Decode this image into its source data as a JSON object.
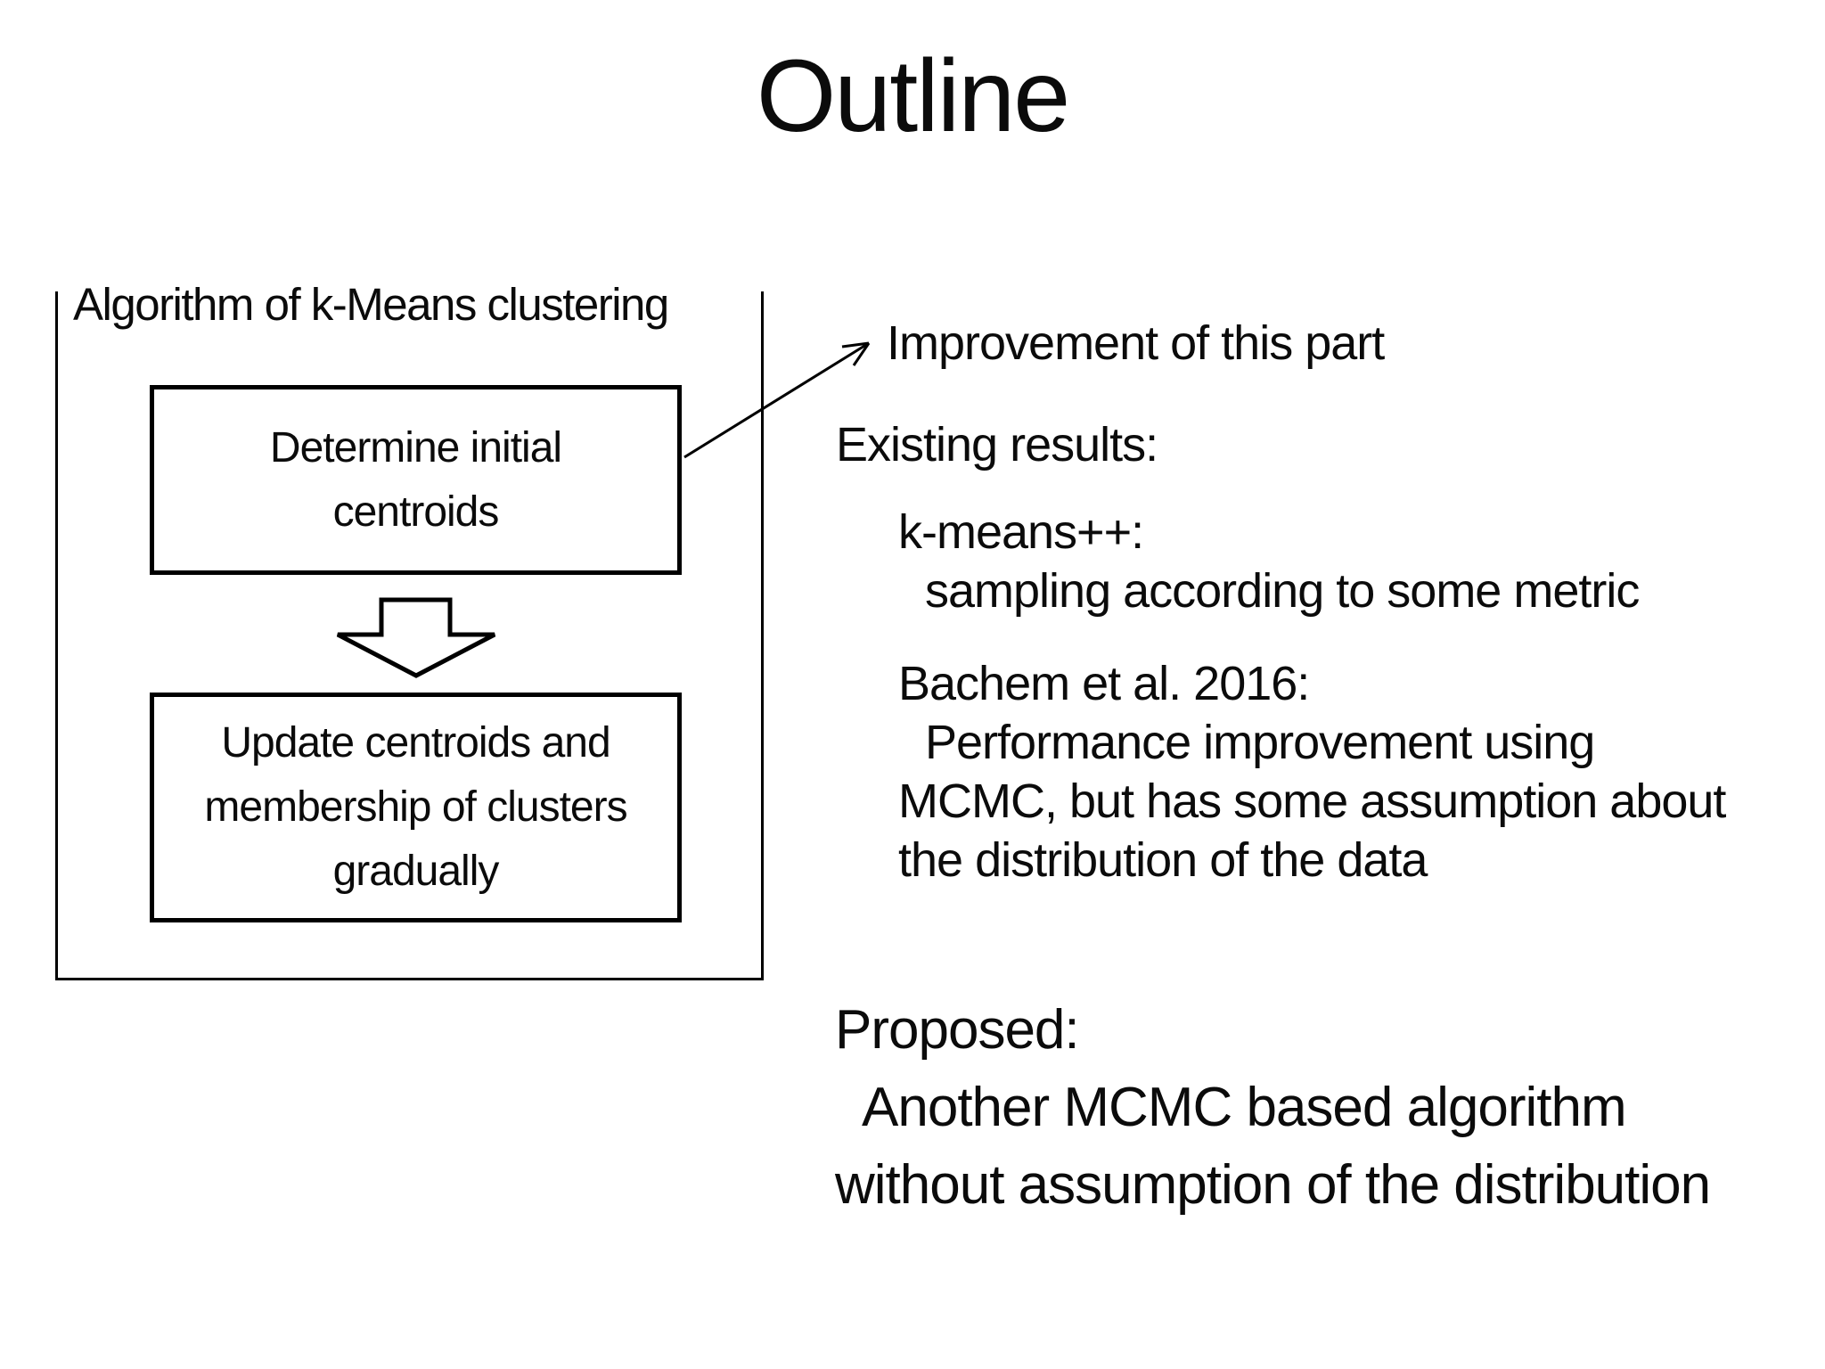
{
  "slide": {
    "title": "Outline",
    "background_color": "#ffffff",
    "text_color": "#0b0b0b",
    "line_color": "#000000"
  },
  "flowchart": {
    "label": "Algorithm of k-Means clustering",
    "box1_lines": [
      "Determine initial",
      "centroids"
    ],
    "box2_lines": [
      "Update centroids and",
      "membership of clusters",
      "gradually"
    ],
    "icons": {
      "flow_arrow": "down-block-arrow",
      "callout_arrow": "up-right-thin-arrow"
    }
  },
  "right_column": {
    "callout": "Improvement of this part",
    "existing_heading": "Existing results:",
    "kmeans_lines": [
      "k-means++:",
      "sampling according to some metric"
    ],
    "bachem_lines": [
      "Bachem et al. 2016:",
      "Performance improvement using",
      "MCMC, but has some assumption about",
      "the distribution of the data"
    ],
    "proposed_lines": [
      "Proposed:",
      "Another MCMC based algorithm",
      "without assumption of the distribution"
    ]
  }
}
